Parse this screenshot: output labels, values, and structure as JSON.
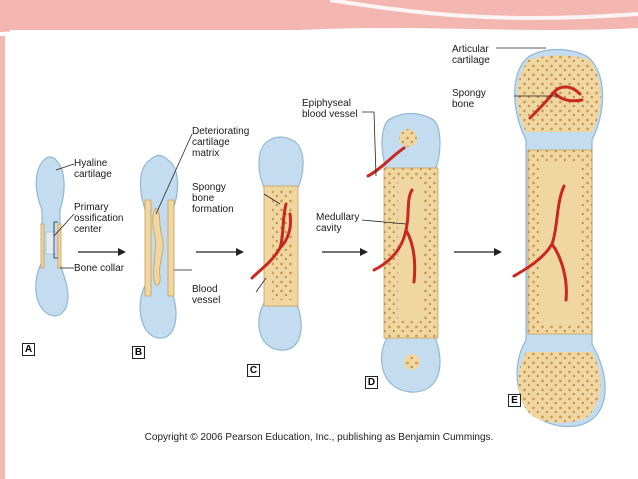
{
  "colors": {
    "cartilage": "#c3dcef",
    "cartilage_edge": "#93b8d4",
    "bone": "#f0d6a0",
    "bone_edge": "#c99d55",
    "vessel": "#c8281e",
    "banner": "#f3b6b0"
  },
  "labels": {
    "hyaline_cartilage": "Hyaline\ncartilage",
    "primary_ossification_center": "Primary\nossification\ncenter",
    "bone_collar": "Bone collar",
    "deteriorating_cartilage_matrix": "Deteriorating\ncartilage\nmatrix",
    "spongy_bone_formation": "Spongy\nbone\nformation",
    "blood_vessel": "Blood\nvessel",
    "epiphyseal_blood_vessel": "Epiphyseal\nblood vessel",
    "medullary_cavity": "Medullary\ncavity",
    "articular_cartilage": "Articular\ncartilage",
    "spongy_bone": "Spongy\nbone"
  },
  "stages": [
    "A",
    "B",
    "C",
    "D",
    "E"
  ],
  "copyright": "Copyright © 2006 Pearson Education, Inc., publishing as Benjamin Cummings."
}
